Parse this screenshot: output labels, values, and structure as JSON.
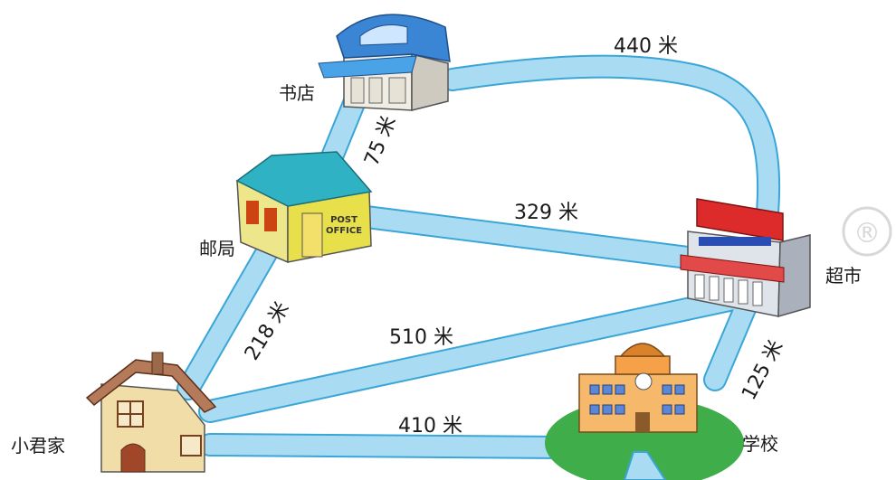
{
  "places": {
    "bookstore": "书店",
    "post_office": "邮局",
    "supermarket": "超市",
    "home": "小君家",
    "school": "学校"
  },
  "distances": {
    "bookstore_supermarket": "440 米",
    "bookstore_post_office": "75 米",
    "post_office_supermarket": "329 米",
    "post_office_home": "218 米",
    "home_supermarket": "510 米",
    "home_school": "410 米",
    "school_supermarket": "125 米"
  },
  "signs": {
    "post_office_sign_line1": "POST",
    "post_office_sign_line2": "OFFICE"
  },
  "watermark": {
    "registered_mark": "®"
  },
  "colors": {
    "road_fill": "#a9dcf2",
    "road_edge": "#3aa6d8",
    "grass": "#3fae4a"
  }
}
